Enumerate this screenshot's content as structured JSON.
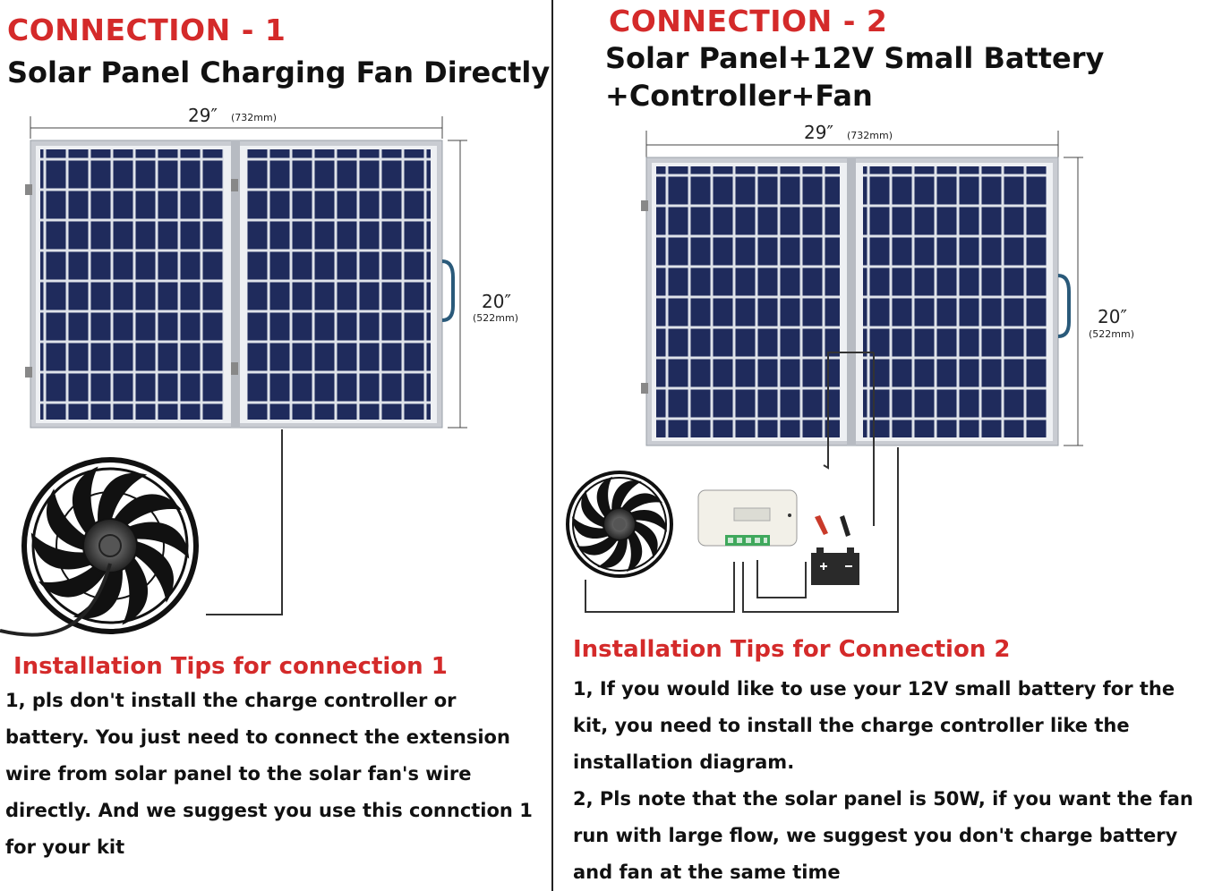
{
  "connection1": {
    "title": "CONNECTION - 1",
    "subtitle": "Solar Panel Charging Fan Directly",
    "width_in": "29″",
    "width_mm": "(732mm)",
    "height_in": "20″",
    "height_mm": "(522mm)",
    "tips_title": "Installation Tips for connection 1",
    "tips_lines": [
      " 1, pls don't install the charge controller or",
      "battery. You just need to connect the extension",
      "wire from solar panel to the solar fan's wire",
      "directly. And we suggest you use this  connction 1",
      "for your kit"
    ]
  },
  "connection2": {
    "title": "CONNECTION - 2",
    "subtitle_line1": "Solar Panel+12V Small Battery",
    "subtitle_line2": "+Controller+Fan",
    "width_in": "29″",
    "width_mm": "(732mm)",
    "height_in": "20″",
    "height_mm": "(522mm)",
    "tips_title": "Installation Tips for Connection 2",
    "tips_lines": [
      "1, If you would like to use your 12V small battery for the",
      "kit, you need to install the charge controller like the",
      "installation diagram.",
      "2, Pls note that the solar panel is 50W, if you want the fan",
      "run with large flow, we suggest you don't charge battery",
      "and fan at the same time"
    ]
  },
  "colors": {
    "accent_red": "#d42a2a",
    "panel_cell": "#1f2b5c",
    "panel_frame": "#c9ccd2"
  }
}
